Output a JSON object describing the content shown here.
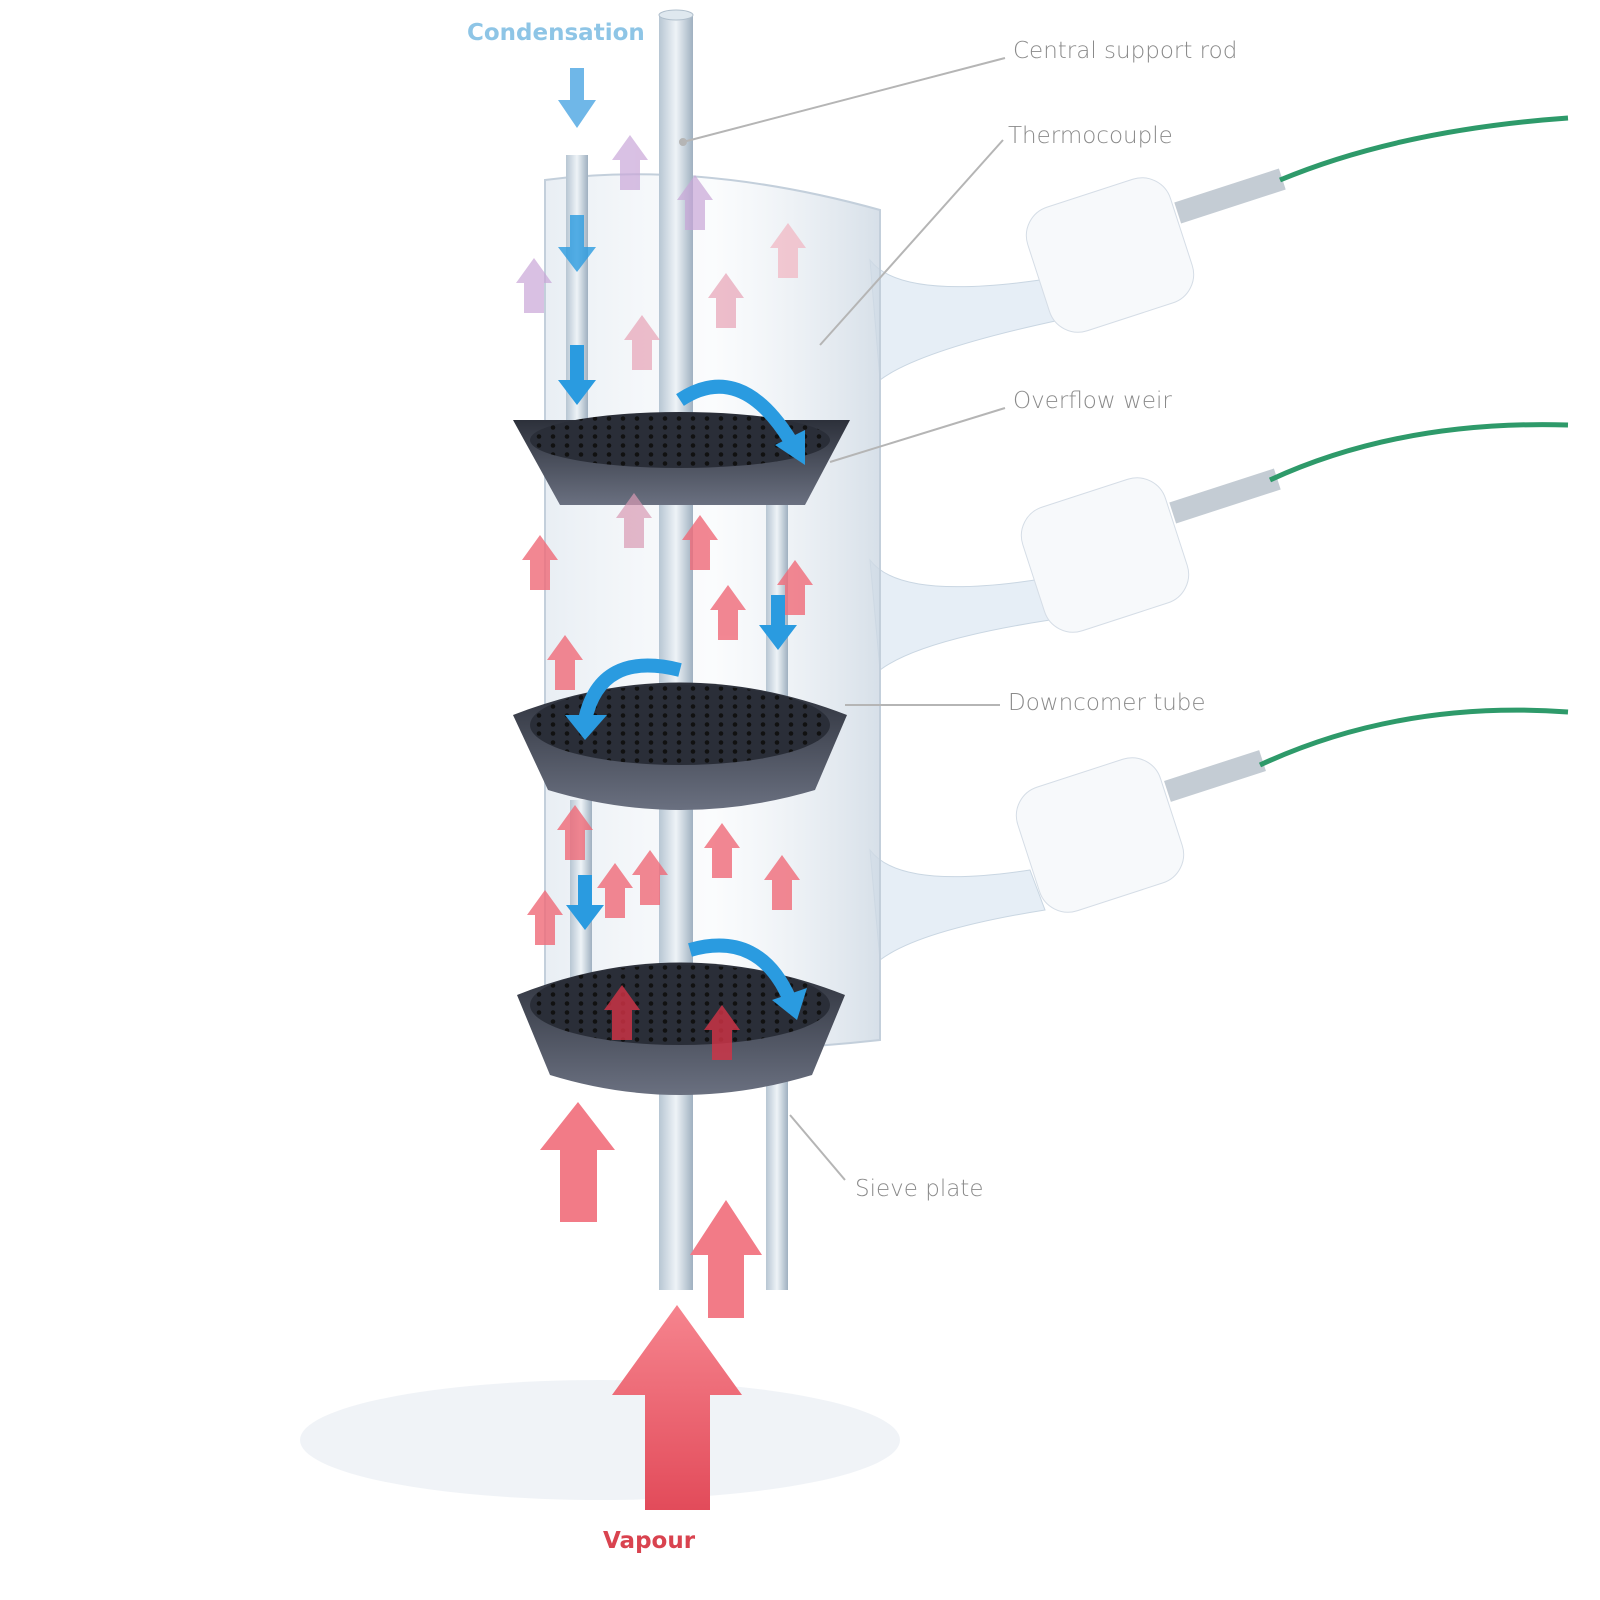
{
  "labels": {
    "condensation": "Condensation",
    "vapour": "Vapour",
    "central_support_rod": "Central support rod",
    "thermocouple": "Thermocouple",
    "overflow_weir": "Overflow weir",
    "downcomer_tube": "Downcomer tube",
    "sieve_plate": "Sieve plate"
  },
  "colors": {
    "condensation": "#8ec5e6",
    "vapour": "#d9434f",
    "liquid_arrow": "#2a9be0",
    "vapour_arrow": "#f06a78",
    "wire": "#2e9a6a",
    "plate": "#3d4352"
  }
}
